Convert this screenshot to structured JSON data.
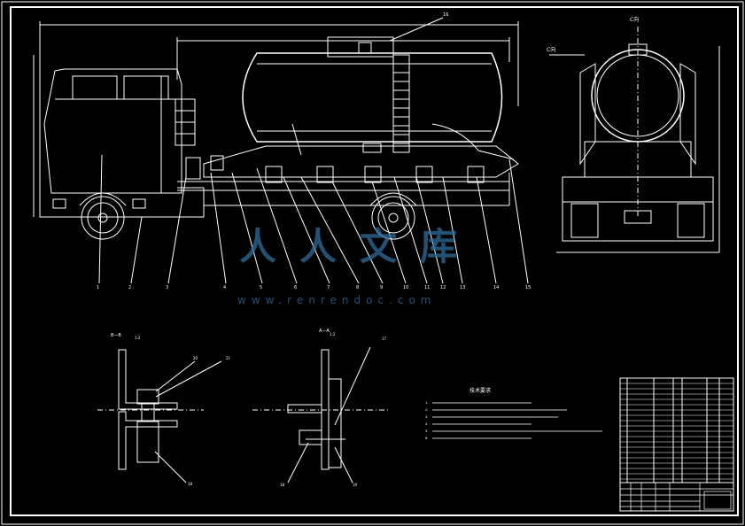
{
  "watermark": {
    "chinese": "人人文库",
    "url": "www.renrendoc.com"
  },
  "section_labels": {
    "c_view_top": "C向",
    "c_arrow": "C向",
    "section_b": "B—B",
    "section_a": "A—A",
    "scale_b": "1:2",
    "scale_a": "1:2"
  },
  "tech_requirements": {
    "title": "技术要求",
    "items": [
      "1.",
      "2.",
      "3.",
      "4.",
      "5.",
      "6."
    ]
  },
  "balloons": [
    "1",
    "2",
    "3",
    "4",
    "5",
    "6",
    "7",
    "8",
    "9",
    "10",
    "11",
    "12",
    "13",
    "14",
    "15",
    "16",
    "17",
    "18",
    "19",
    "20",
    "21"
  ],
  "colors": {
    "line": "#ffffff",
    "dim": "#ffffff",
    "watermark": "#2f6c9a",
    "background": "#000000"
  }
}
